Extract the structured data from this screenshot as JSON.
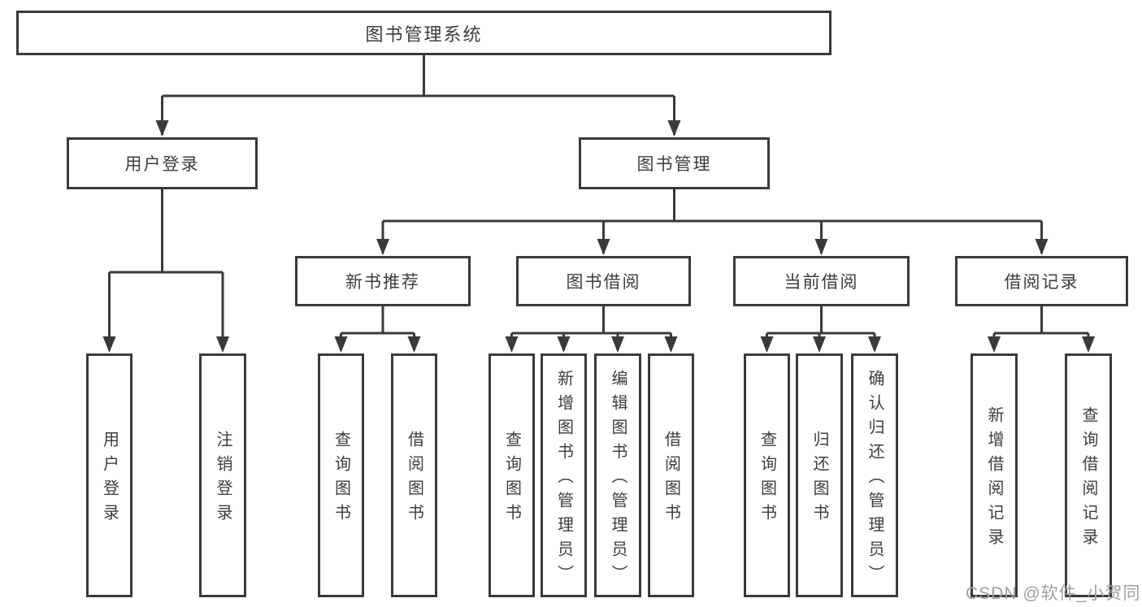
{
  "tree": {
    "label": "图书管理系统",
    "children": [
      {
        "label": "用户登录",
        "children": [
          {
            "label": "用户登录"
          },
          {
            "label": "注销登录"
          }
        ]
      },
      {
        "label": "图书管理",
        "children": [
          {
            "label": "新书推荐",
            "children": [
              {
                "label": "查询图书"
              },
              {
                "label": "借阅图书"
              }
            ]
          },
          {
            "label": "图书借阅",
            "children": [
              {
                "label": "查询图书"
              },
              {
                "label": "新增图书（管理员）"
              },
              {
                "label": "编辑图书（管理员）"
              },
              {
                "label": "借阅图书"
              }
            ]
          },
          {
            "label": "当前借阅",
            "children": [
              {
                "label": "查询图书"
              },
              {
                "label": "归还图书"
              },
              {
                "label": "确认归还（管理员）"
              }
            ]
          },
          {
            "label": "借阅记录",
            "children": [
              {
                "label": "新增借阅记录"
              },
              {
                "label": "查询借阅记录"
              }
            ]
          }
        ]
      }
    ]
  },
  "watermark": {
    "text": "CSDN @软件_小贺同学"
  },
  "colors": {
    "line": "#3a3a3a",
    "box_border": "#3a3a3a",
    "text": "#3d3d3d",
    "watermark": "#9f9f9f",
    "background": "#ffffff"
  }
}
